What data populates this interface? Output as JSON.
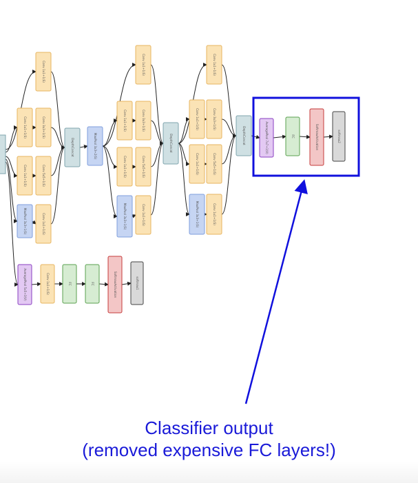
{
  "colors": {
    "conv": "#fbe3b5",
    "conv_border": "#e7b460",
    "pool": "#c6d5f3",
    "pool_border": "#7f9edc",
    "concat": "#cfe0e3",
    "concat_border": "#7fa4ad",
    "avgpool": "#e3c9f3",
    "avgpool_border": "#8a3fc2",
    "fc": "#d6ecd2",
    "fc_border": "#5aa14f",
    "softmax_act": "#f3c6c6",
    "softmax_act_border": "#c53b3b",
    "softmax": "#d9d9d9",
    "softmax_border": "#444444",
    "edge": "#222222",
    "highlight": "#1010dd",
    "caption": "#1a1ad8"
  },
  "diagram": {
    "nodes": {
      "inception_a": [
        {
          "kind": "conv",
          "text": "Conv 1x1+1(S)"
        },
        {
          "kind": "conv",
          "text": "Conv 1x1+1(S)"
        },
        {
          "kind": "conv",
          "text": "Conv 3x3+1(S)"
        },
        {
          "kind": "conv",
          "text": "Conv 1x1+1(S)"
        },
        {
          "kind": "conv",
          "text": "Conv 5x5+1(S)"
        },
        {
          "kind": "pool",
          "text": "MaxPool 3x3+1(S)"
        },
        {
          "kind": "conv",
          "text": "Conv 1x1+1(S)"
        }
      ],
      "concat_1": {
        "kind": "concat",
        "text": "DepthConcat"
      },
      "maxpool_1": {
        "kind": "pool",
        "text": "MaxPool 3x3+2(S)"
      },
      "inception_b": [
        {
          "kind": "conv",
          "text": "Conv 1x1+1(S)"
        },
        {
          "kind": "conv",
          "text": "Conv 1x1+1(S)"
        },
        {
          "kind": "conv",
          "text": "Conv 3x3+1(S)"
        },
        {
          "kind": "conv",
          "text": "Conv 1x1+1(S)"
        },
        {
          "kind": "conv",
          "text": "Conv 5x5+1(S)"
        },
        {
          "kind": "pool",
          "text": "MaxPool 3x3+1(S)"
        },
        {
          "kind": "conv",
          "text": "Conv 1x1+1(S)"
        }
      ],
      "concat_2": {
        "kind": "concat",
        "text": "DepthConcat"
      },
      "inception_c": [
        {
          "kind": "conv",
          "text": "Conv 1x1+1(S)"
        },
        {
          "kind": "conv",
          "text": "Conv 1x1+1(S)"
        },
        {
          "kind": "conv",
          "text": "Conv 3x3+1(S)"
        },
        {
          "kind": "conv",
          "text": "Conv 1x1+1(S)"
        },
        {
          "kind": "conv",
          "text": "Conv 5x5+1(S)"
        },
        {
          "kind": "pool",
          "text": "MaxPool 3x3+1(S)"
        },
        {
          "kind": "conv",
          "text": "Conv 1x1+1(S)"
        }
      ],
      "concat_3": {
        "kind": "concat",
        "text": "DepthConcat"
      },
      "aux_branch": [
        {
          "kind": "avgpool",
          "text": "AveragePool 5x5+3(V)"
        },
        {
          "kind": "conv",
          "text": "Conv 1x1+1(S)"
        },
        {
          "kind": "fc",
          "text": "FC"
        },
        {
          "kind": "fc",
          "text": "FC"
        },
        {
          "kind": "softmax_act",
          "text": "SoftmaxActivation"
        },
        {
          "kind": "softmax",
          "text": "softmax1"
        }
      ],
      "classifier": [
        {
          "kind": "avgpool",
          "text": "AveragePool 7x7+1(V)"
        },
        {
          "kind": "fc",
          "text": "FC"
        },
        {
          "kind": "softmax_act",
          "text": "SoftmaxActivation"
        },
        {
          "kind": "softmax",
          "text": "softmax2"
        }
      ]
    }
  },
  "caption": {
    "line1": "Classifier output",
    "line2": "(removed expensive FC layers!)"
  }
}
